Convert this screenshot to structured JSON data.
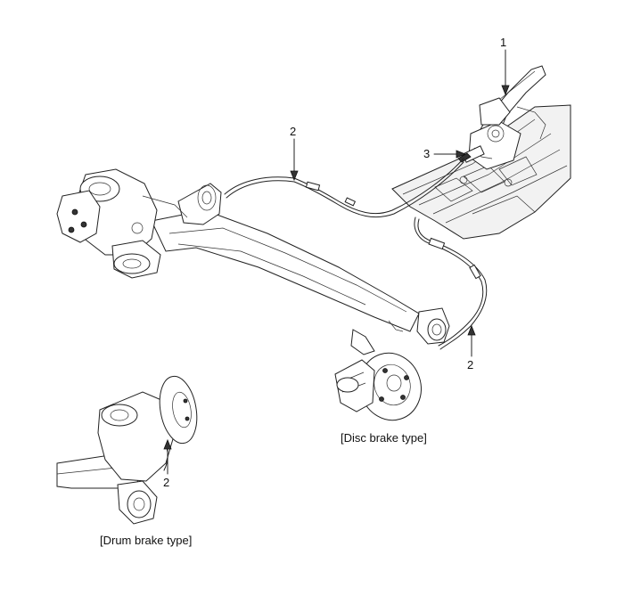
{
  "labels": {
    "lever": "1",
    "cable_front": "2",
    "equalizer": "3",
    "cable_rear": "2",
    "cable_drum": "2"
  },
  "captions": {
    "disc": "[Disc brake type]",
    "drum": "[Drum brake type]"
  }
}
